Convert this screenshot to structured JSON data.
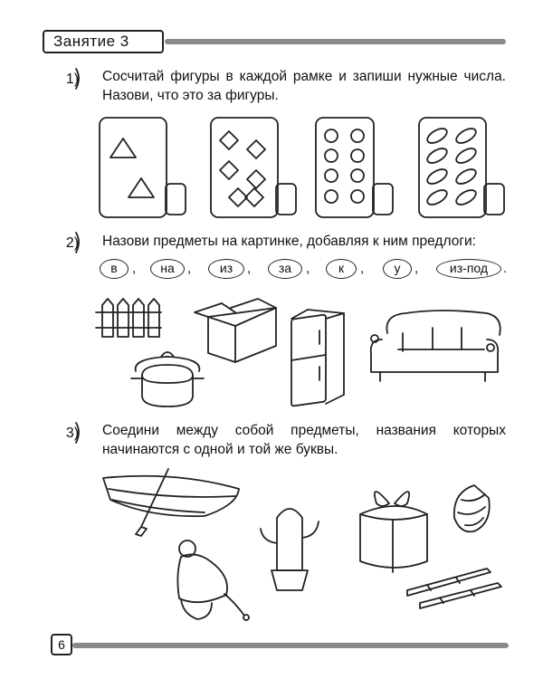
{
  "header": {
    "lesson_label": "Занятие 3"
  },
  "tasks": [
    {
      "number": "1",
      "text": "Сосчитай фигуры в каждой рамке и запиши нужные числа. Назови, что это за фигуры."
    },
    {
      "number": "2",
      "text": "Назови предметы на картинке, добавляя к ним предлоги:"
    },
    {
      "number": "3",
      "text": "Соедини между собой предметы, названия которых начинаются с одной и той же буквы."
    }
  ],
  "prepositions": [
    "в",
    "на",
    "из",
    "за",
    "к",
    "у",
    "из-под"
  ],
  "task1_frames": [
    {
      "shape": "triangle-icon",
      "count_box": ""
    },
    {
      "shape": "diamond-icon",
      "count_box": ""
    },
    {
      "shape": "circle-icon",
      "count_box": ""
    },
    {
      "shape": "oval-icon",
      "count_box": ""
    }
  ],
  "task2_items": [
    "fence-icon",
    "box-icon",
    "fridge-icon",
    "sofa-icon",
    "pot-icon"
  ],
  "task3_items": [
    "boat-icon",
    "hat-icon",
    "cactus-icon",
    "gift-icon",
    "pinecone-icon",
    "skis-icon"
  ],
  "footer": {
    "page_number": "6"
  }
}
